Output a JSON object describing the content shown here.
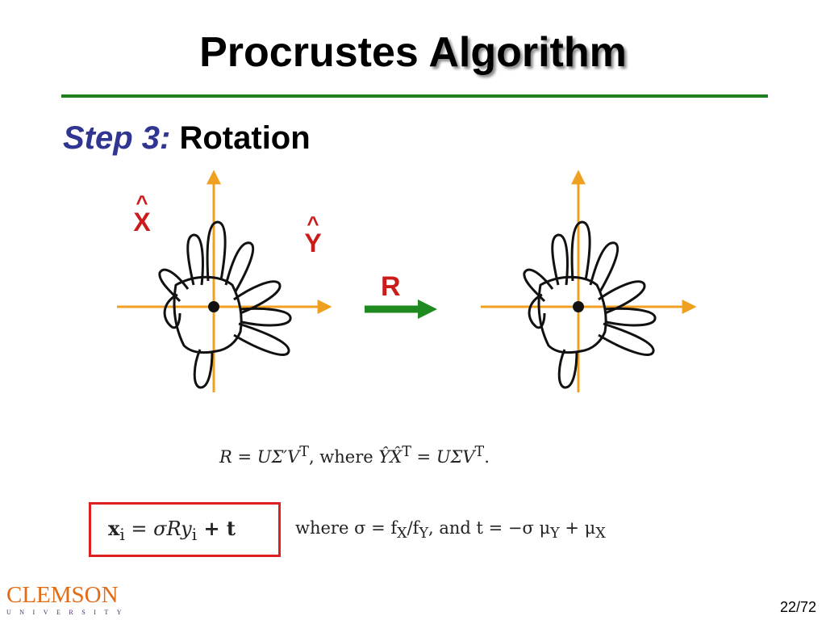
{
  "title": {
    "part1": "Procrustes",
    "part2": "Algorithm"
  },
  "step": {
    "label": "Step 3:",
    "text": "Rotation"
  },
  "figure": {
    "x_label": "X",
    "y_label": "Y",
    "hat": "^",
    "rotation_label": "R",
    "colors": {
      "axes": "#f0a020",
      "arrow": "#1f8a1f",
      "labels": "#cc1b1b",
      "shape": "#111111"
    }
  },
  "formula_svd": {
    "lhs": "R = UΣ′V",
    "sup1": "T",
    "mid": ", where ",
    "rhs": "ŶX̂",
    "sup2": "T",
    "rhs2": " = UΣV",
    "sup3": "T",
    "end": "."
  },
  "boxed_equation": {
    "text": "x",
    "sub": "i",
    "rest": " =  σRy",
    "sub2": "i",
    "tail": " + t"
  },
  "formula_where": {
    "text1": "where σ = f",
    "sub1": "X",
    "text2": "/f",
    "sub2": "Y",
    "text3": ", and t = −σ μ",
    "sub3": "Y",
    "text4": " + μ",
    "sub4": "X"
  },
  "logo": {
    "name": "CLEMSON",
    "sub": "UNIVERSITY"
  },
  "page_number": "22/72"
}
